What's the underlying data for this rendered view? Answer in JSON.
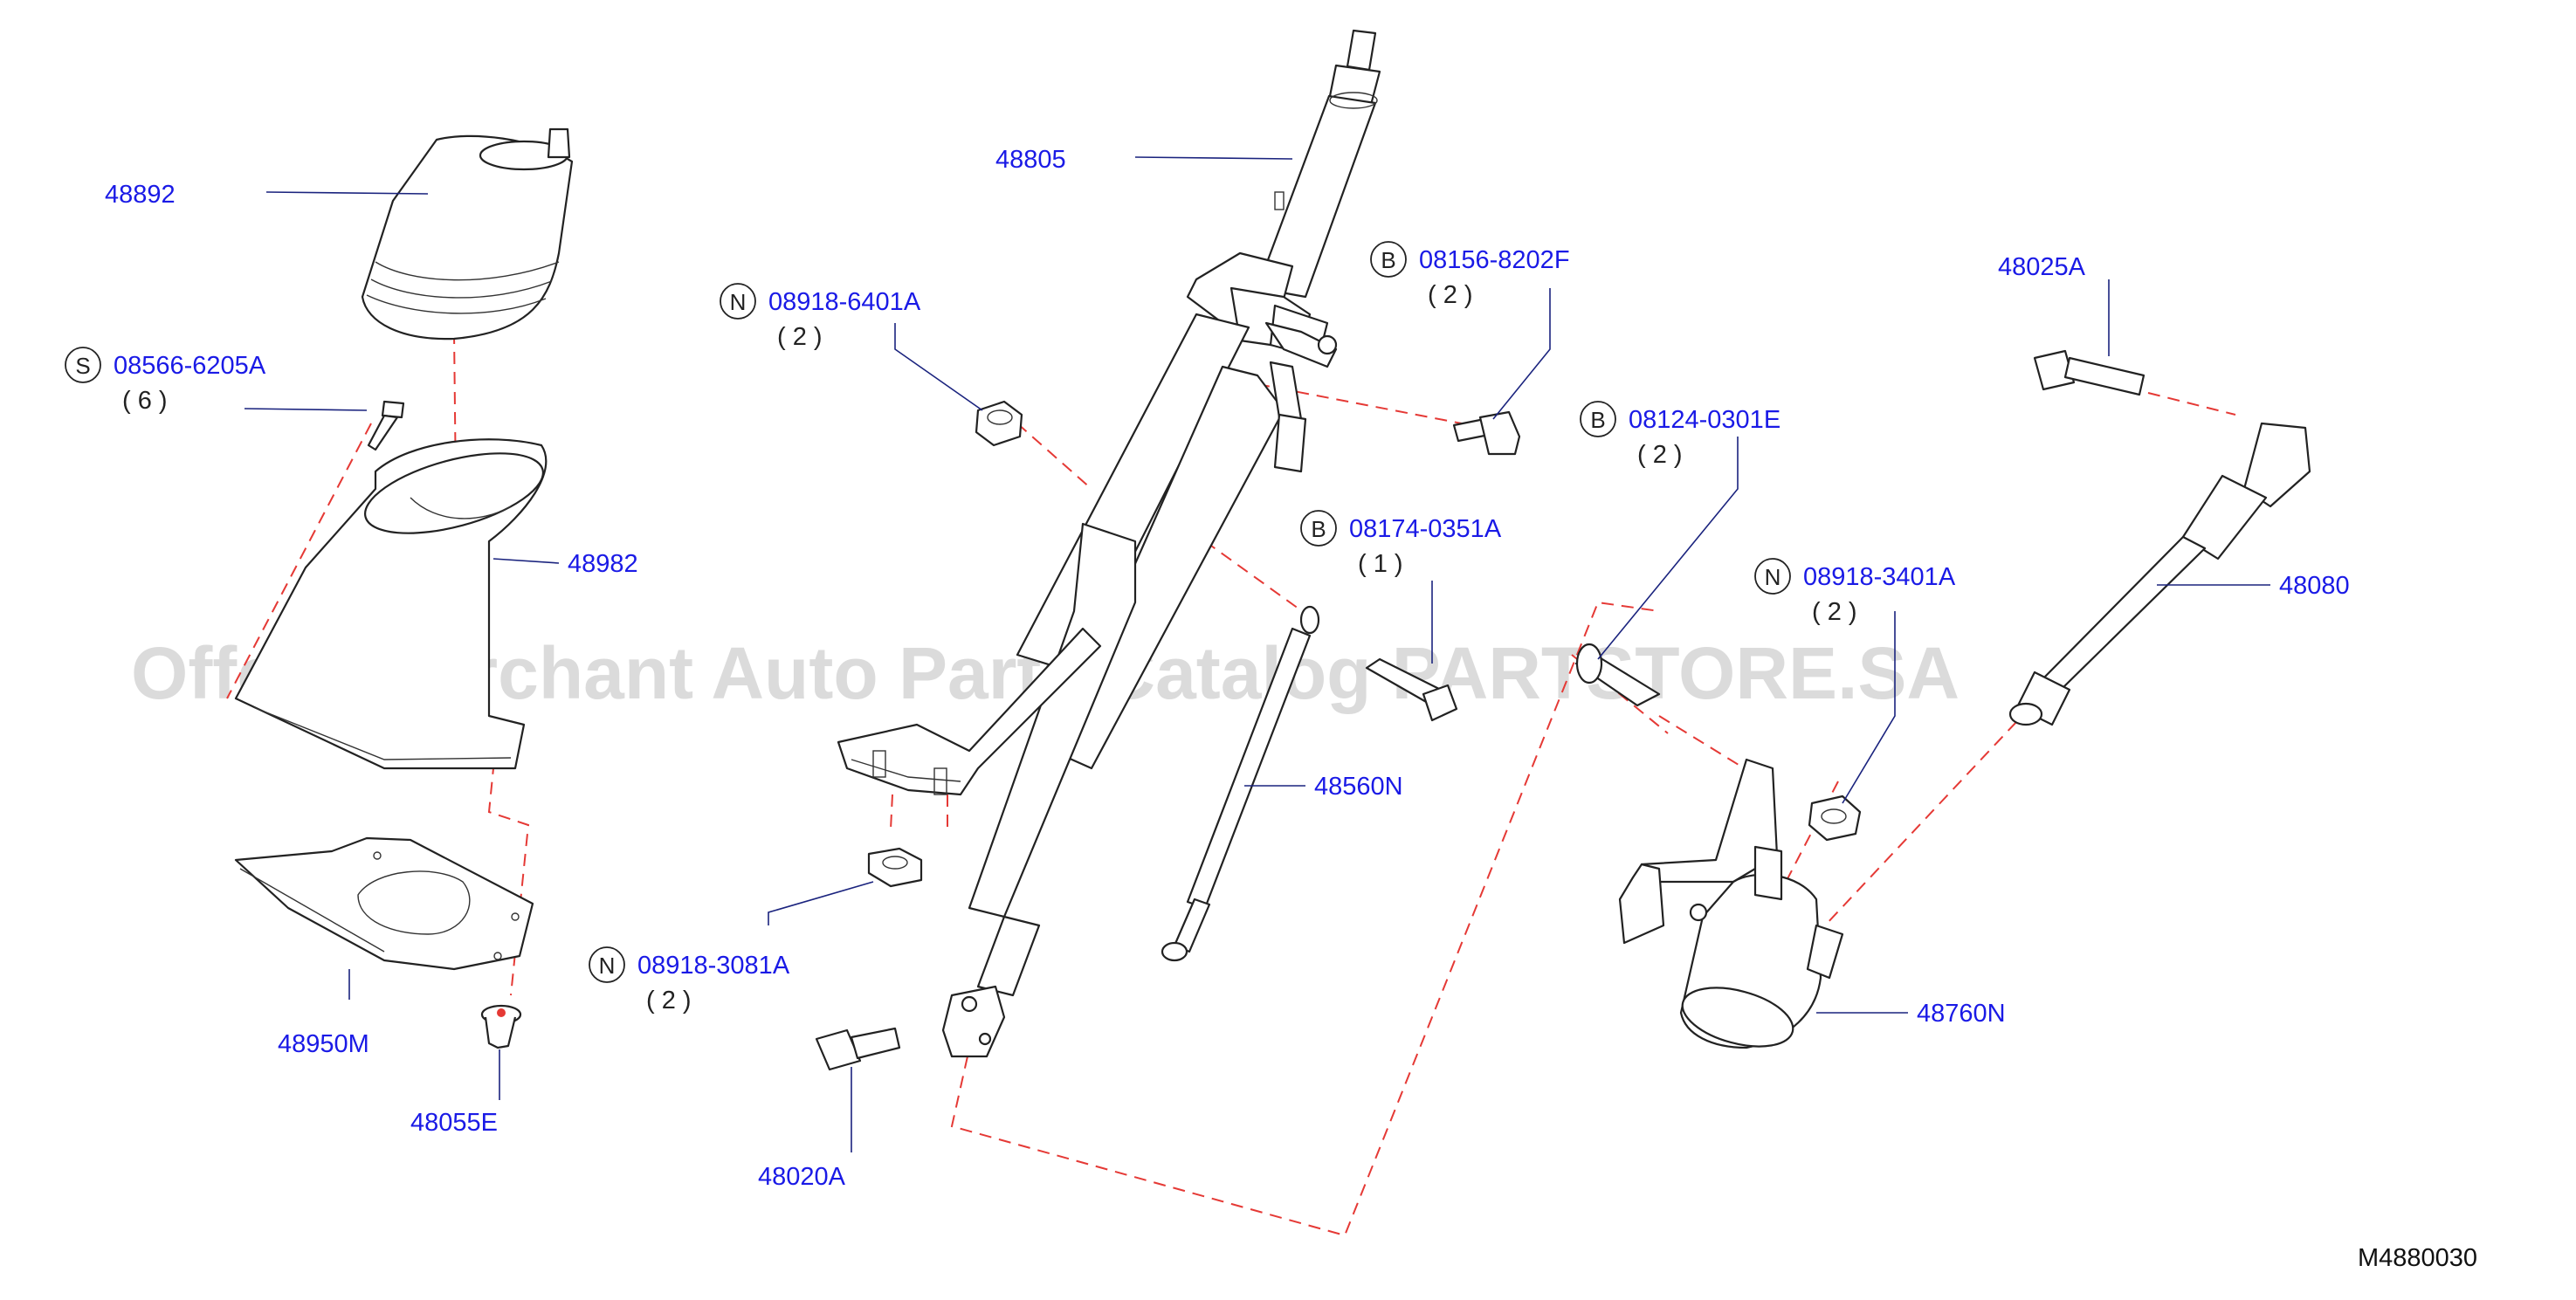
{
  "watermark": "Offers Merchant Auto Parts Catalog PARTSTORE.SA",
  "diagram_code": "M4880030",
  "callouts": {
    "p48892": "48892",
    "p48982": "48982",
    "p48950M": "48950M",
    "p48055E": "48055E",
    "p48805": "48805",
    "p48560N": "48560N",
    "p48020A": "48020A",
    "p48025A": "48025A",
    "p48080": "48080",
    "p48760N": "48760N",
    "f08566": {
      "badge": "S",
      "number": "08566-6205A",
      "qty": "( 6 )"
    },
    "f08918_6401": {
      "badge": "N",
      "number": "08918-6401A",
      "qty": "( 2 )"
    },
    "f08156": {
      "badge": "B",
      "number": "08156-8202F",
      "qty": "( 2 )"
    },
    "f08124": {
      "badge": "B",
      "number": "08124-0301E",
      "qty": "( 2 )"
    },
    "f08174": {
      "badge": "B",
      "number": "08174-0351A",
      "qty": "( 1 )"
    },
    "f08918_3401": {
      "badge": "N",
      "number": "08918-3401A",
      "qty": "( 2 )"
    },
    "f08918_3081": {
      "badge": "N",
      "number": "08918-3081A",
      "qty": "( 2 )"
    }
  }
}
